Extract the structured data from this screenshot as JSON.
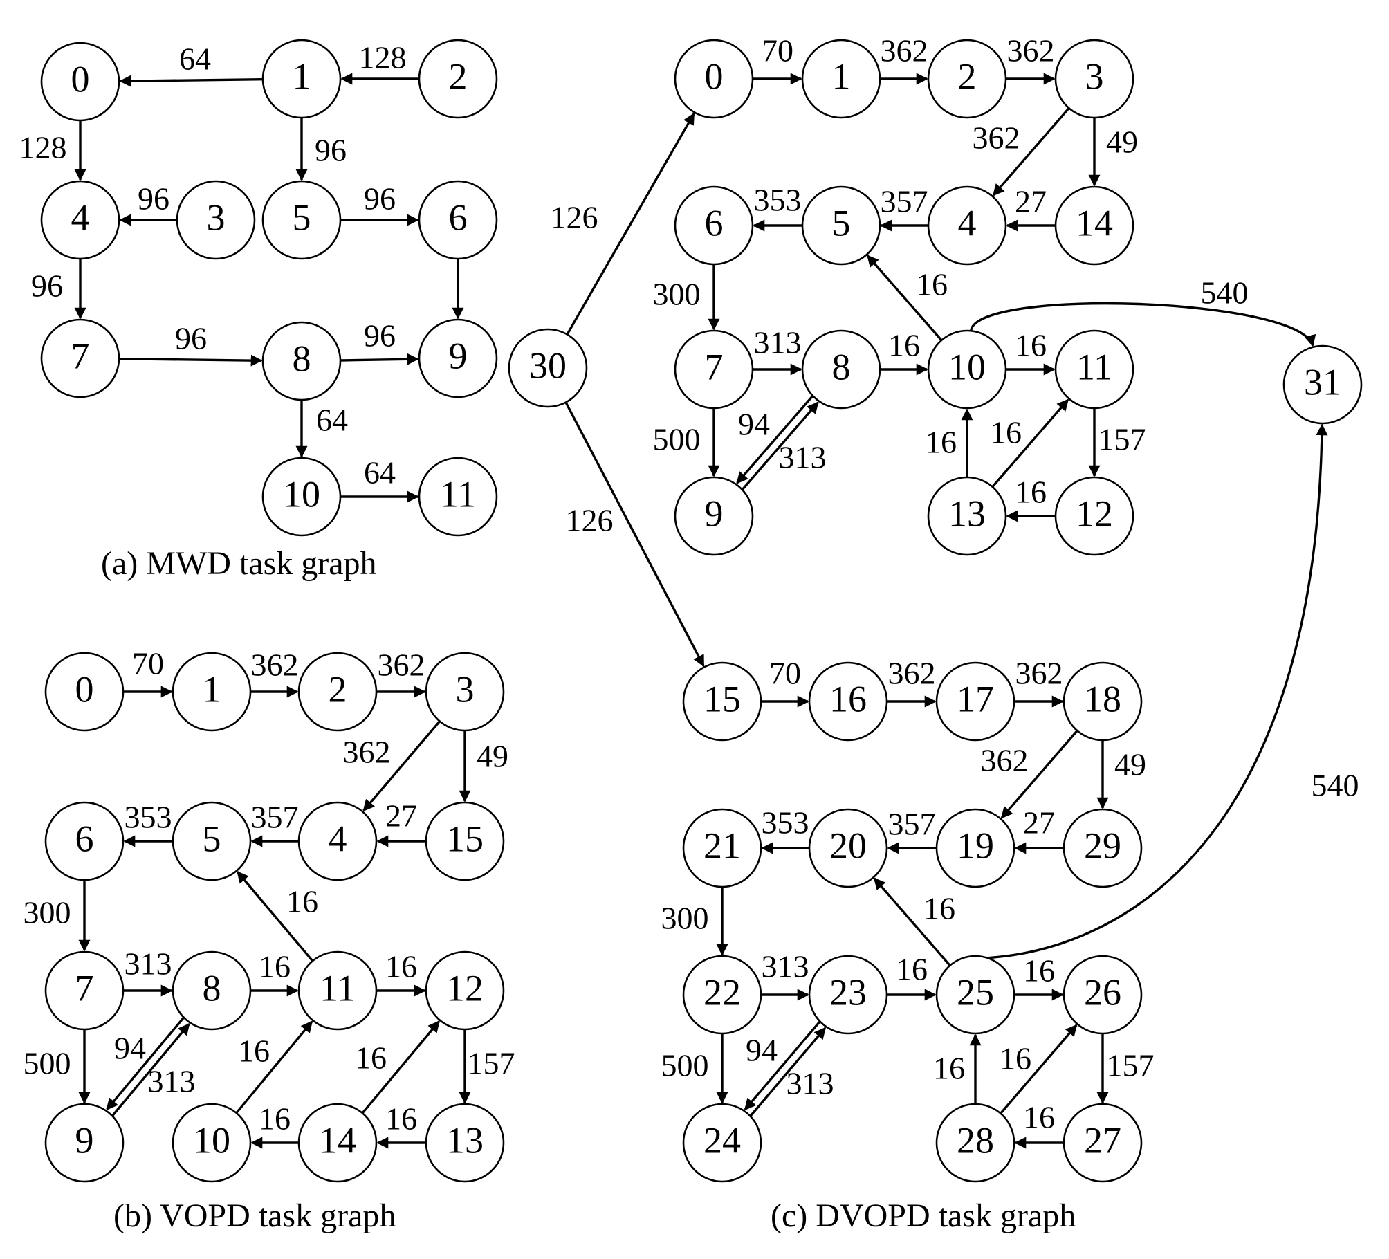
{
  "colors": {
    "stroke": "#000000",
    "background": "#ffffff"
  },
  "graphs": [
    {
      "id": "mwd",
      "caption": "(a) MWD task graph",
      "nodes": [
        {
          "id": "a0",
          "label": "0"
        },
        {
          "id": "a1",
          "label": "1"
        },
        {
          "id": "a2",
          "label": "2"
        },
        {
          "id": "a3",
          "label": "3"
        },
        {
          "id": "a4",
          "label": "4"
        },
        {
          "id": "a5",
          "label": "5"
        },
        {
          "id": "a6",
          "label": "6"
        },
        {
          "id": "a7",
          "label": "7"
        },
        {
          "id": "a8",
          "label": "8"
        },
        {
          "id": "a9",
          "label": "9"
        },
        {
          "id": "a10",
          "label": "10"
        },
        {
          "id": "a11",
          "label": "11"
        }
      ],
      "edges": [
        {
          "from": "a1",
          "to": "a0",
          "label": "64"
        },
        {
          "from": "a2",
          "to": "a1",
          "label": "128"
        },
        {
          "from": "a0",
          "to": "a4",
          "label": "128"
        },
        {
          "from": "a1",
          "to": "a5",
          "label": "96"
        },
        {
          "from": "a3",
          "to": "a4",
          "label": "96"
        },
        {
          "from": "a5",
          "to": "a6",
          "label": "96"
        },
        {
          "from": "a4",
          "to": "a7",
          "label": "96"
        },
        {
          "from": "a6",
          "to": "a9",
          "label": ""
        },
        {
          "from": "a7",
          "to": "a8",
          "label": "96"
        },
        {
          "from": "a8",
          "to": "a9",
          "label": "96"
        },
        {
          "from": "a8",
          "to": "a10",
          "label": "64"
        },
        {
          "from": "a10",
          "to": "a11",
          "label": "64"
        }
      ]
    },
    {
      "id": "vopd",
      "caption": "(b) VOPD task graph",
      "nodes": [
        {
          "id": "b0",
          "label": "0"
        },
        {
          "id": "b1",
          "label": "1"
        },
        {
          "id": "b2",
          "label": "2"
        },
        {
          "id": "b3",
          "label": "3"
        },
        {
          "id": "b4",
          "label": "4"
        },
        {
          "id": "b5",
          "label": "5"
        },
        {
          "id": "b6",
          "label": "6"
        },
        {
          "id": "b7",
          "label": "7"
        },
        {
          "id": "b8",
          "label": "8"
        },
        {
          "id": "b9",
          "label": "9"
        },
        {
          "id": "b10",
          "label": "10"
        },
        {
          "id": "b11",
          "label": "11"
        },
        {
          "id": "b12",
          "label": "12"
        },
        {
          "id": "b13",
          "label": "13"
        },
        {
          "id": "b14",
          "label": "14"
        },
        {
          "id": "b15",
          "label": "15"
        }
      ],
      "edges": [
        {
          "from": "b0",
          "to": "b1",
          "label": "70"
        },
        {
          "from": "b1",
          "to": "b2",
          "label": "362"
        },
        {
          "from": "b2",
          "to": "b3",
          "label": "362"
        },
        {
          "from": "b3",
          "to": "b4",
          "label": "362"
        },
        {
          "from": "b3",
          "to": "b15",
          "label": "49"
        },
        {
          "from": "b15",
          "to": "b4",
          "label": "27"
        },
        {
          "from": "b4",
          "to": "b5",
          "label": "357"
        },
        {
          "from": "b5",
          "to": "b6",
          "label": "353"
        },
        {
          "from": "b6",
          "to": "b7",
          "label": "300"
        },
        {
          "from": "b7",
          "to": "b8",
          "label": "313"
        },
        {
          "from": "b7",
          "to": "b9",
          "label": "500"
        },
        {
          "from": "b9",
          "to": "b8",
          "label": "94"
        },
        {
          "from": "b8",
          "to": "b9",
          "label": "313"
        },
        {
          "from": "b11",
          "to": "b5",
          "label": "16"
        },
        {
          "from": "b8",
          "to": "b11",
          "label": "16"
        },
        {
          "from": "b11",
          "to": "b12",
          "label": "16"
        },
        {
          "from": "b10",
          "to": "b11",
          "label": "16"
        },
        {
          "from": "b14",
          "to": "b12",
          "label": "16"
        },
        {
          "from": "b12",
          "to": "b13",
          "label": "157"
        },
        {
          "from": "b14",
          "to": "b10",
          "label": "16"
        },
        {
          "from": "b13",
          "to": "b14",
          "label": "16"
        }
      ]
    },
    {
      "id": "dvopd",
      "caption": "(c) DVOPD task graph",
      "nodes": [
        {
          "id": "c0",
          "label": "0"
        },
        {
          "id": "c1",
          "label": "1"
        },
        {
          "id": "c2",
          "label": "2"
        },
        {
          "id": "c3",
          "label": "3"
        },
        {
          "id": "c4",
          "label": "4"
        },
        {
          "id": "c5",
          "label": "5"
        },
        {
          "id": "c6",
          "label": "6"
        },
        {
          "id": "c7",
          "label": "7"
        },
        {
          "id": "c8",
          "label": "8"
        },
        {
          "id": "c9",
          "label": "9"
        },
        {
          "id": "c10",
          "label": "10"
        },
        {
          "id": "c11",
          "label": "11"
        },
        {
          "id": "c12",
          "label": "12"
        },
        {
          "id": "c13",
          "label": "13"
        },
        {
          "id": "c14",
          "label": "14"
        },
        {
          "id": "c15",
          "label": "15"
        },
        {
          "id": "c16",
          "label": "16"
        },
        {
          "id": "c17",
          "label": "17"
        },
        {
          "id": "c18",
          "label": "18"
        },
        {
          "id": "c19",
          "label": "19"
        },
        {
          "id": "c20",
          "label": "20"
        },
        {
          "id": "c21",
          "label": "21"
        },
        {
          "id": "c22",
          "label": "22"
        },
        {
          "id": "c23",
          "label": "23"
        },
        {
          "id": "c24",
          "label": "24"
        },
        {
          "id": "c25",
          "label": "25"
        },
        {
          "id": "c26",
          "label": "26"
        },
        {
          "id": "c27",
          "label": "27"
        },
        {
          "id": "c28",
          "label": "28"
        },
        {
          "id": "c29",
          "label": "29"
        },
        {
          "id": "c30",
          "label": "30"
        },
        {
          "id": "c31",
          "label": "31"
        }
      ],
      "edges": [
        {
          "from": "c30",
          "to": "c0",
          "label": "126"
        },
        {
          "from": "c30",
          "to": "c15",
          "label": "126"
        },
        {
          "from": "c0",
          "to": "c1",
          "label": "70"
        },
        {
          "from": "c1",
          "to": "c2",
          "label": "362"
        },
        {
          "from": "c2",
          "to": "c3",
          "label": "362"
        },
        {
          "from": "c3",
          "to": "c4",
          "label": "362"
        },
        {
          "from": "c3",
          "to": "c14",
          "label": "49"
        },
        {
          "from": "c14",
          "to": "c4",
          "label": "27"
        },
        {
          "from": "c4",
          "to": "c5",
          "label": "357"
        },
        {
          "from": "c5",
          "to": "c6",
          "label": "353"
        },
        {
          "from": "c6",
          "to": "c7",
          "label": "300"
        },
        {
          "from": "c7",
          "to": "c8",
          "label": "313"
        },
        {
          "from": "c7",
          "to": "c9",
          "label": "500"
        },
        {
          "from": "c9",
          "to": "c8",
          "label": "94"
        },
        {
          "from": "c8",
          "to": "c9",
          "label": "313"
        },
        {
          "from": "c10",
          "to": "c5",
          "label": "16"
        },
        {
          "from": "c8",
          "to": "c10",
          "label": "16"
        },
        {
          "from": "c10",
          "to": "c11",
          "label": "16"
        },
        {
          "from": "c13",
          "to": "c10",
          "label": "16"
        },
        {
          "from": "c13",
          "to": "c11",
          "label": "16"
        },
        {
          "from": "c11",
          "to": "c12",
          "label": "157"
        },
        {
          "from": "c12",
          "to": "c13",
          "label": "16"
        },
        {
          "from": "c10",
          "to": "c31",
          "label": "540"
        },
        {
          "from": "c15",
          "to": "c16",
          "label": "70"
        },
        {
          "from": "c16",
          "to": "c17",
          "label": "362"
        },
        {
          "from": "c17",
          "to": "c18",
          "label": "362"
        },
        {
          "from": "c18",
          "to": "c19",
          "label": "362"
        },
        {
          "from": "c18",
          "to": "c29",
          "label": "49"
        },
        {
          "from": "c29",
          "to": "c19",
          "label": "27"
        },
        {
          "from": "c19",
          "to": "c20",
          "label": "357"
        },
        {
          "from": "c20",
          "to": "c21",
          "label": "353"
        },
        {
          "from": "c21",
          "to": "c22",
          "label": "300"
        },
        {
          "from": "c22",
          "to": "c23",
          "label": "313"
        },
        {
          "from": "c22",
          "to": "c24",
          "label": "500"
        },
        {
          "from": "c24",
          "to": "c23",
          "label": "94"
        },
        {
          "from": "c23",
          "to": "c24",
          "label": "313"
        },
        {
          "from": "c25",
          "to": "c20",
          "label": "16"
        },
        {
          "from": "c23",
          "to": "c25",
          "label": "16"
        },
        {
          "from": "c25",
          "to": "c26",
          "label": "16"
        },
        {
          "from": "c28",
          "to": "c25",
          "label": "16"
        },
        {
          "from": "c28",
          "to": "c26",
          "label": "16"
        },
        {
          "from": "c26",
          "to": "c27",
          "label": "157"
        },
        {
          "from": "c27",
          "to": "c28",
          "label": "16"
        },
        {
          "from": "c25",
          "to": "c31",
          "label": "540"
        }
      ]
    }
  ]
}
